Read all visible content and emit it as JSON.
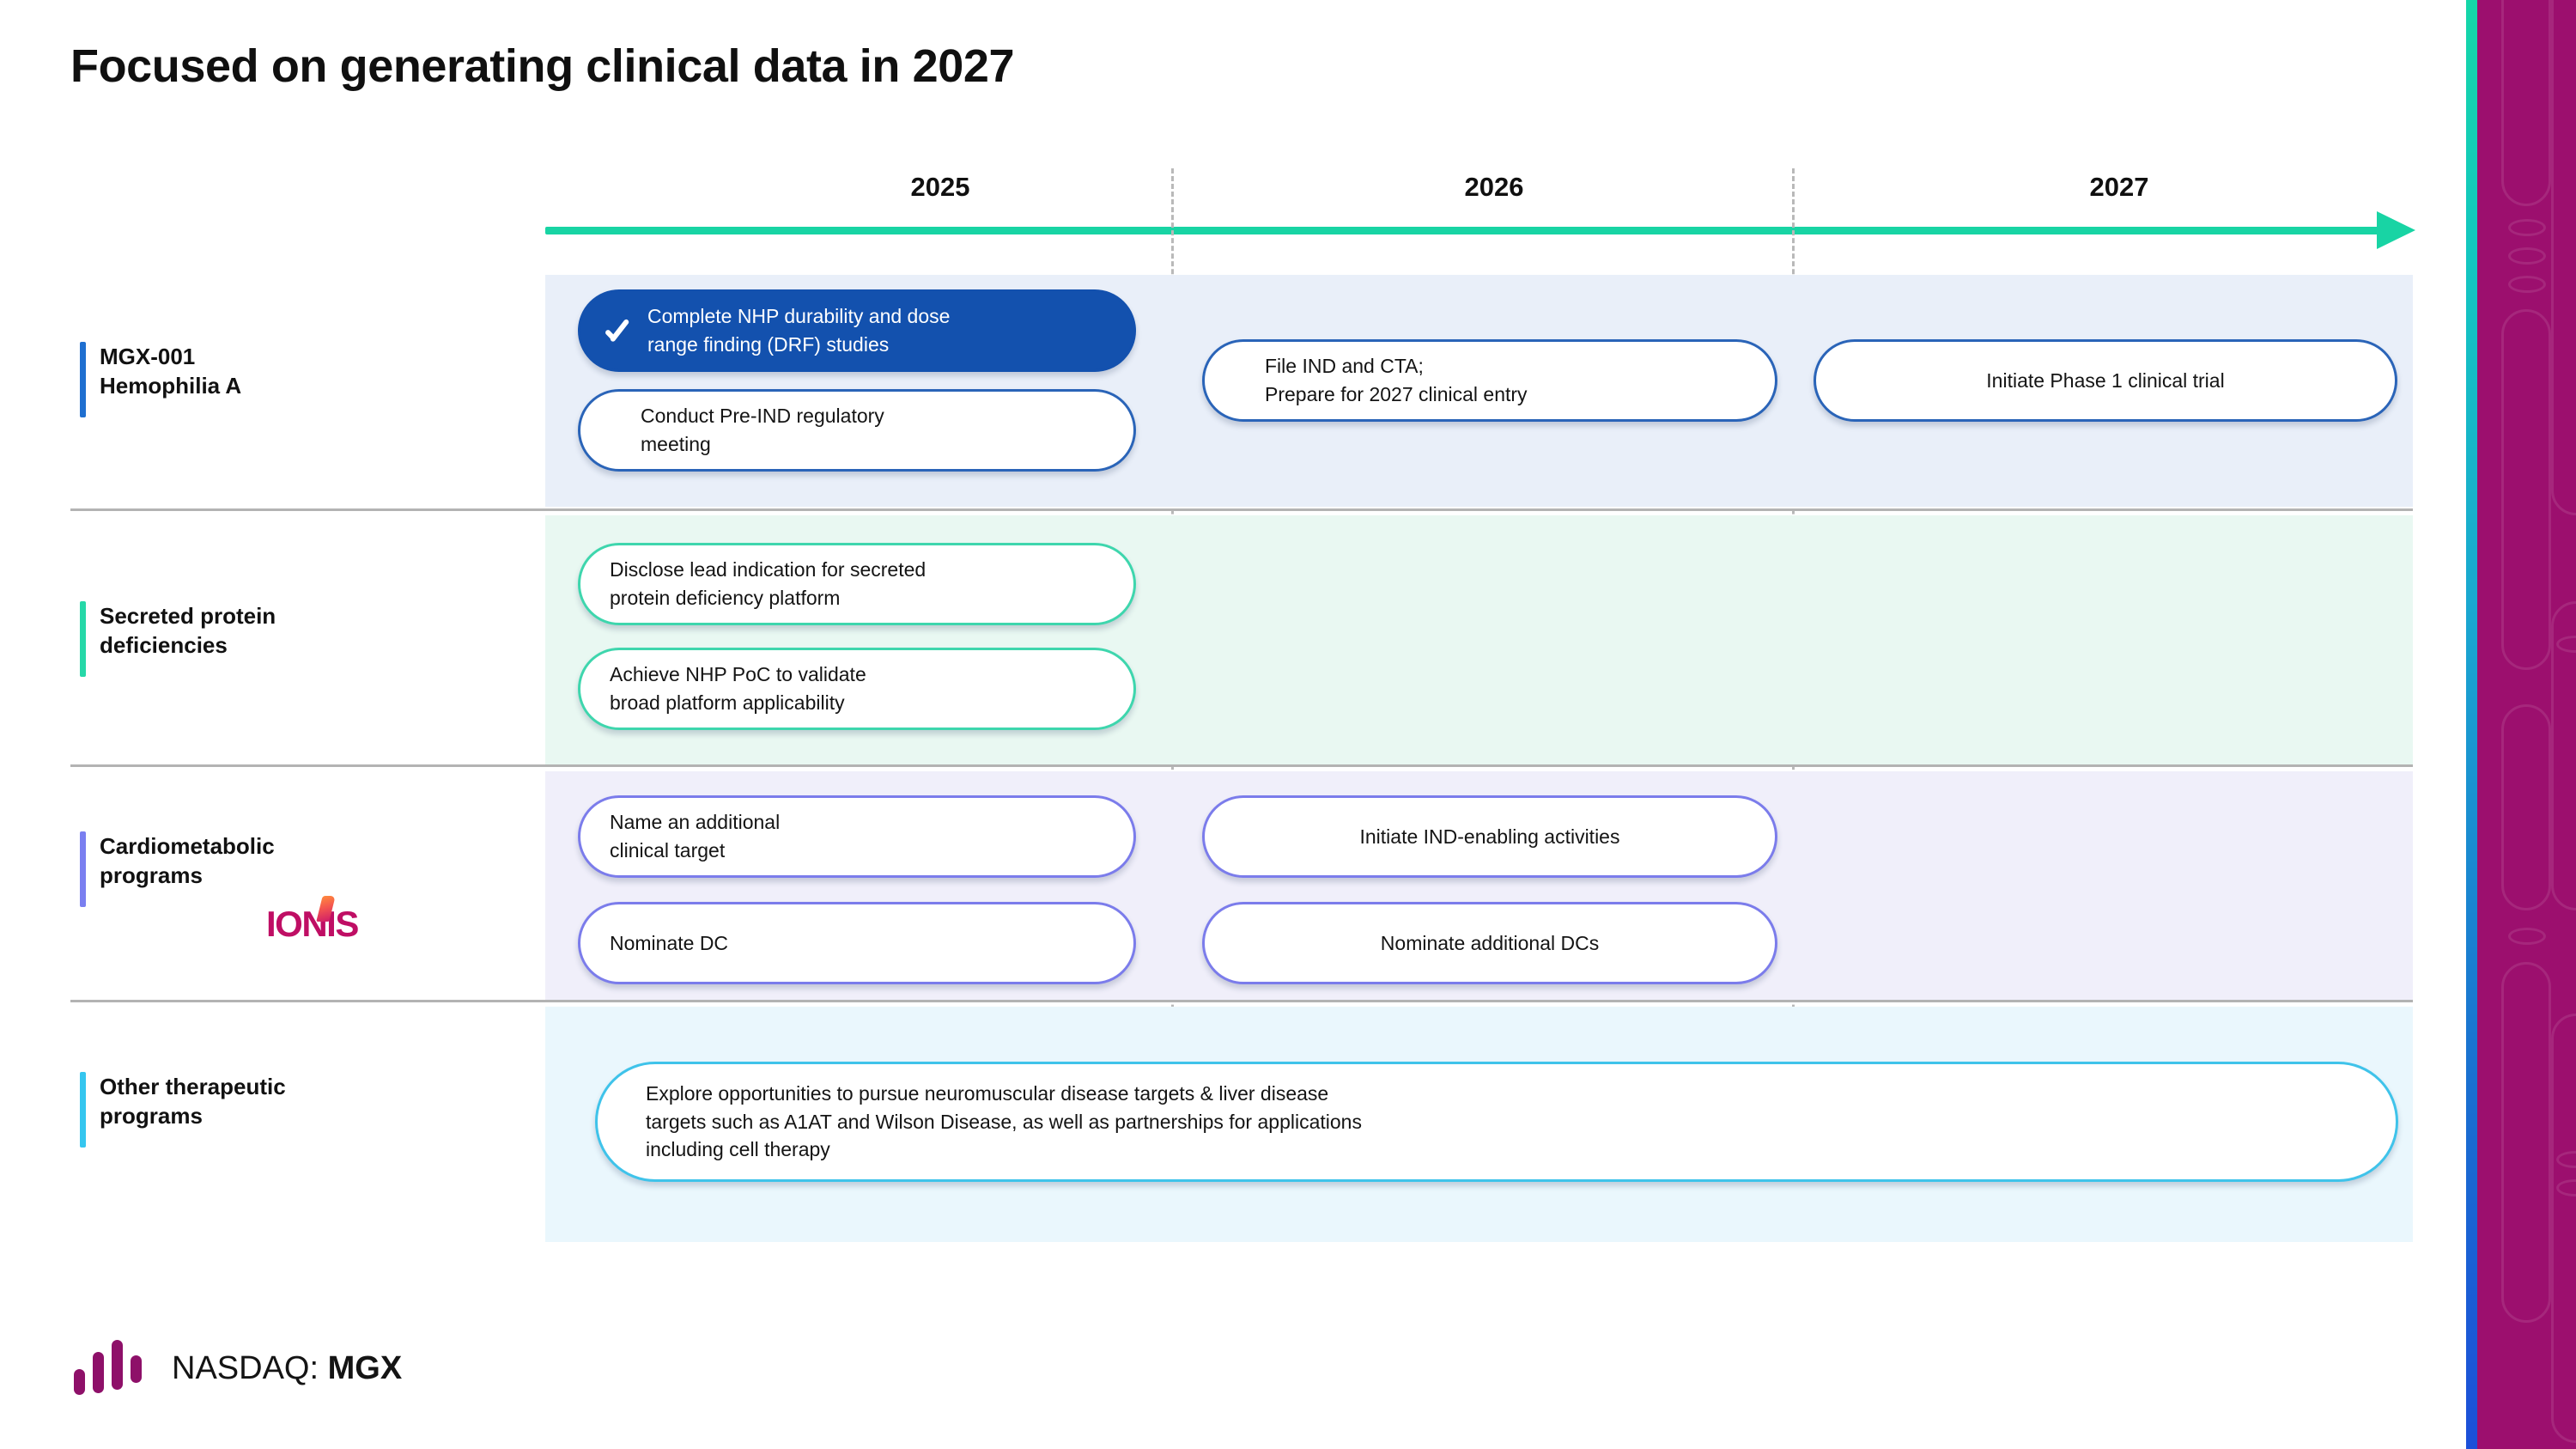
{
  "title": "Focused on generating clinical data in 2027",
  "timeline": {
    "years": [
      "2025",
      "2026",
      "2027"
    ],
    "axis_color": "#18d4a4",
    "arrow_icon": "arrow-right-icon"
  },
  "rows": [
    {
      "id": "mgx-001",
      "label": "MGX-001\nHemophilia A",
      "accent_color": "#1f6fd0",
      "band_color": "#e9eff9",
      "pill_border": "#2a64b8",
      "items": [
        {
          "col": 0,
          "text": "Complete NHP durability and dose\nrange finding (DRF) studies",
          "filled": true,
          "fill_color": "#1351ae",
          "status_icon": "check-icon"
        },
        {
          "col": 0,
          "text": "Conduct Pre-IND regulatory\nmeeting",
          "filled": false
        },
        {
          "col": 1,
          "text": "File IND and  CTA;\nPrepare for 2027 clinical entry",
          "filled": false
        },
        {
          "col": 2,
          "text": "Initiate Phase 1 clinical trial",
          "filled": false
        }
      ]
    },
    {
      "id": "secreted-protein-deficiencies",
      "label": "Secreted protein\ndeficiencies",
      "accent_color": "#26d8a8",
      "band_color": "#e9f8f2",
      "pill_border": "#3ed6ad",
      "items": [
        {
          "col": 0,
          "text": "Disclose lead indication for secreted\nprotein deficiency platform",
          "filled": false
        },
        {
          "col": 0,
          "text": "Achieve NHP PoC to validate\nbroad platform applicability",
          "filled": false
        }
      ]
    },
    {
      "id": "cardiometabolic-programs",
      "label": "Cardiometabolic\nprograms",
      "accent_color": "#7a7ff0",
      "band_color": "#f0effa",
      "pill_border": "#7b7ceb",
      "partner_logo": "IONIS",
      "items": [
        {
          "col": 0,
          "text": "Name an additional\nclinical target",
          "filled": false
        },
        {
          "col": 0,
          "text": "Nominate DC",
          "filled": false
        },
        {
          "col": 1,
          "text": "Initiate IND-enabling activities",
          "filled": false
        },
        {
          "col": 1,
          "text": "Nominate additional DCs",
          "filled": false
        }
      ]
    },
    {
      "id": "other-therapeutic-programs",
      "label": "Other therapeutic\nprograms",
      "accent_color": "#35c6ef",
      "band_color": "#eaf7fd",
      "pill_border": "#3fc3ea",
      "items": [
        {
          "col": 0,
          "span": 3,
          "text": "Explore opportunities to pursue neuromuscular disease targets & liver disease\ntargets such as A1AT and Wilson Disease, as well as partnerships for applications\nincluding cell therapy",
          "filled": false
        }
      ]
    }
  ],
  "footer": {
    "exchange": "NASDAQ: ",
    "ticker": "MGX",
    "logo_icon": "nasdaq-bars-icon",
    "logo_color": "#8e1069"
  }
}
